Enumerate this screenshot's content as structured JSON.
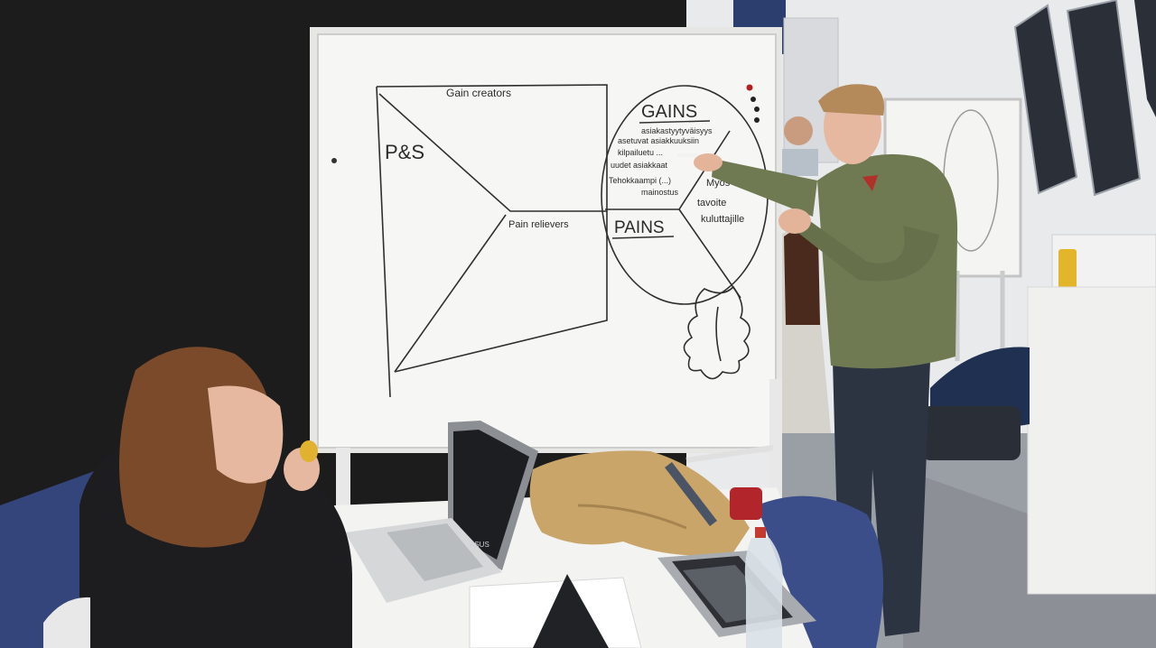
{
  "whiteboard": {
    "gain_creators": "Gain creators",
    "pain_relievers": "Pain relievers",
    "products_services": "P&S",
    "gains": "GAINS",
    "pains": "PAINS",
    "gains_notes": [
      "asiakastyytyväisyys",
      "asetuvat asiakkuuksiin",
      "kilpailuetu ...",
      "uudet asiakkaat",
      "Tehokkaampi (...)",
      "mainostus"
    ],
    "pains_notes": [
      "Myös",
      "tavoite",
      "kuluttajille"
    ]
  },
  "laptop_brand": "ASUS"
}
